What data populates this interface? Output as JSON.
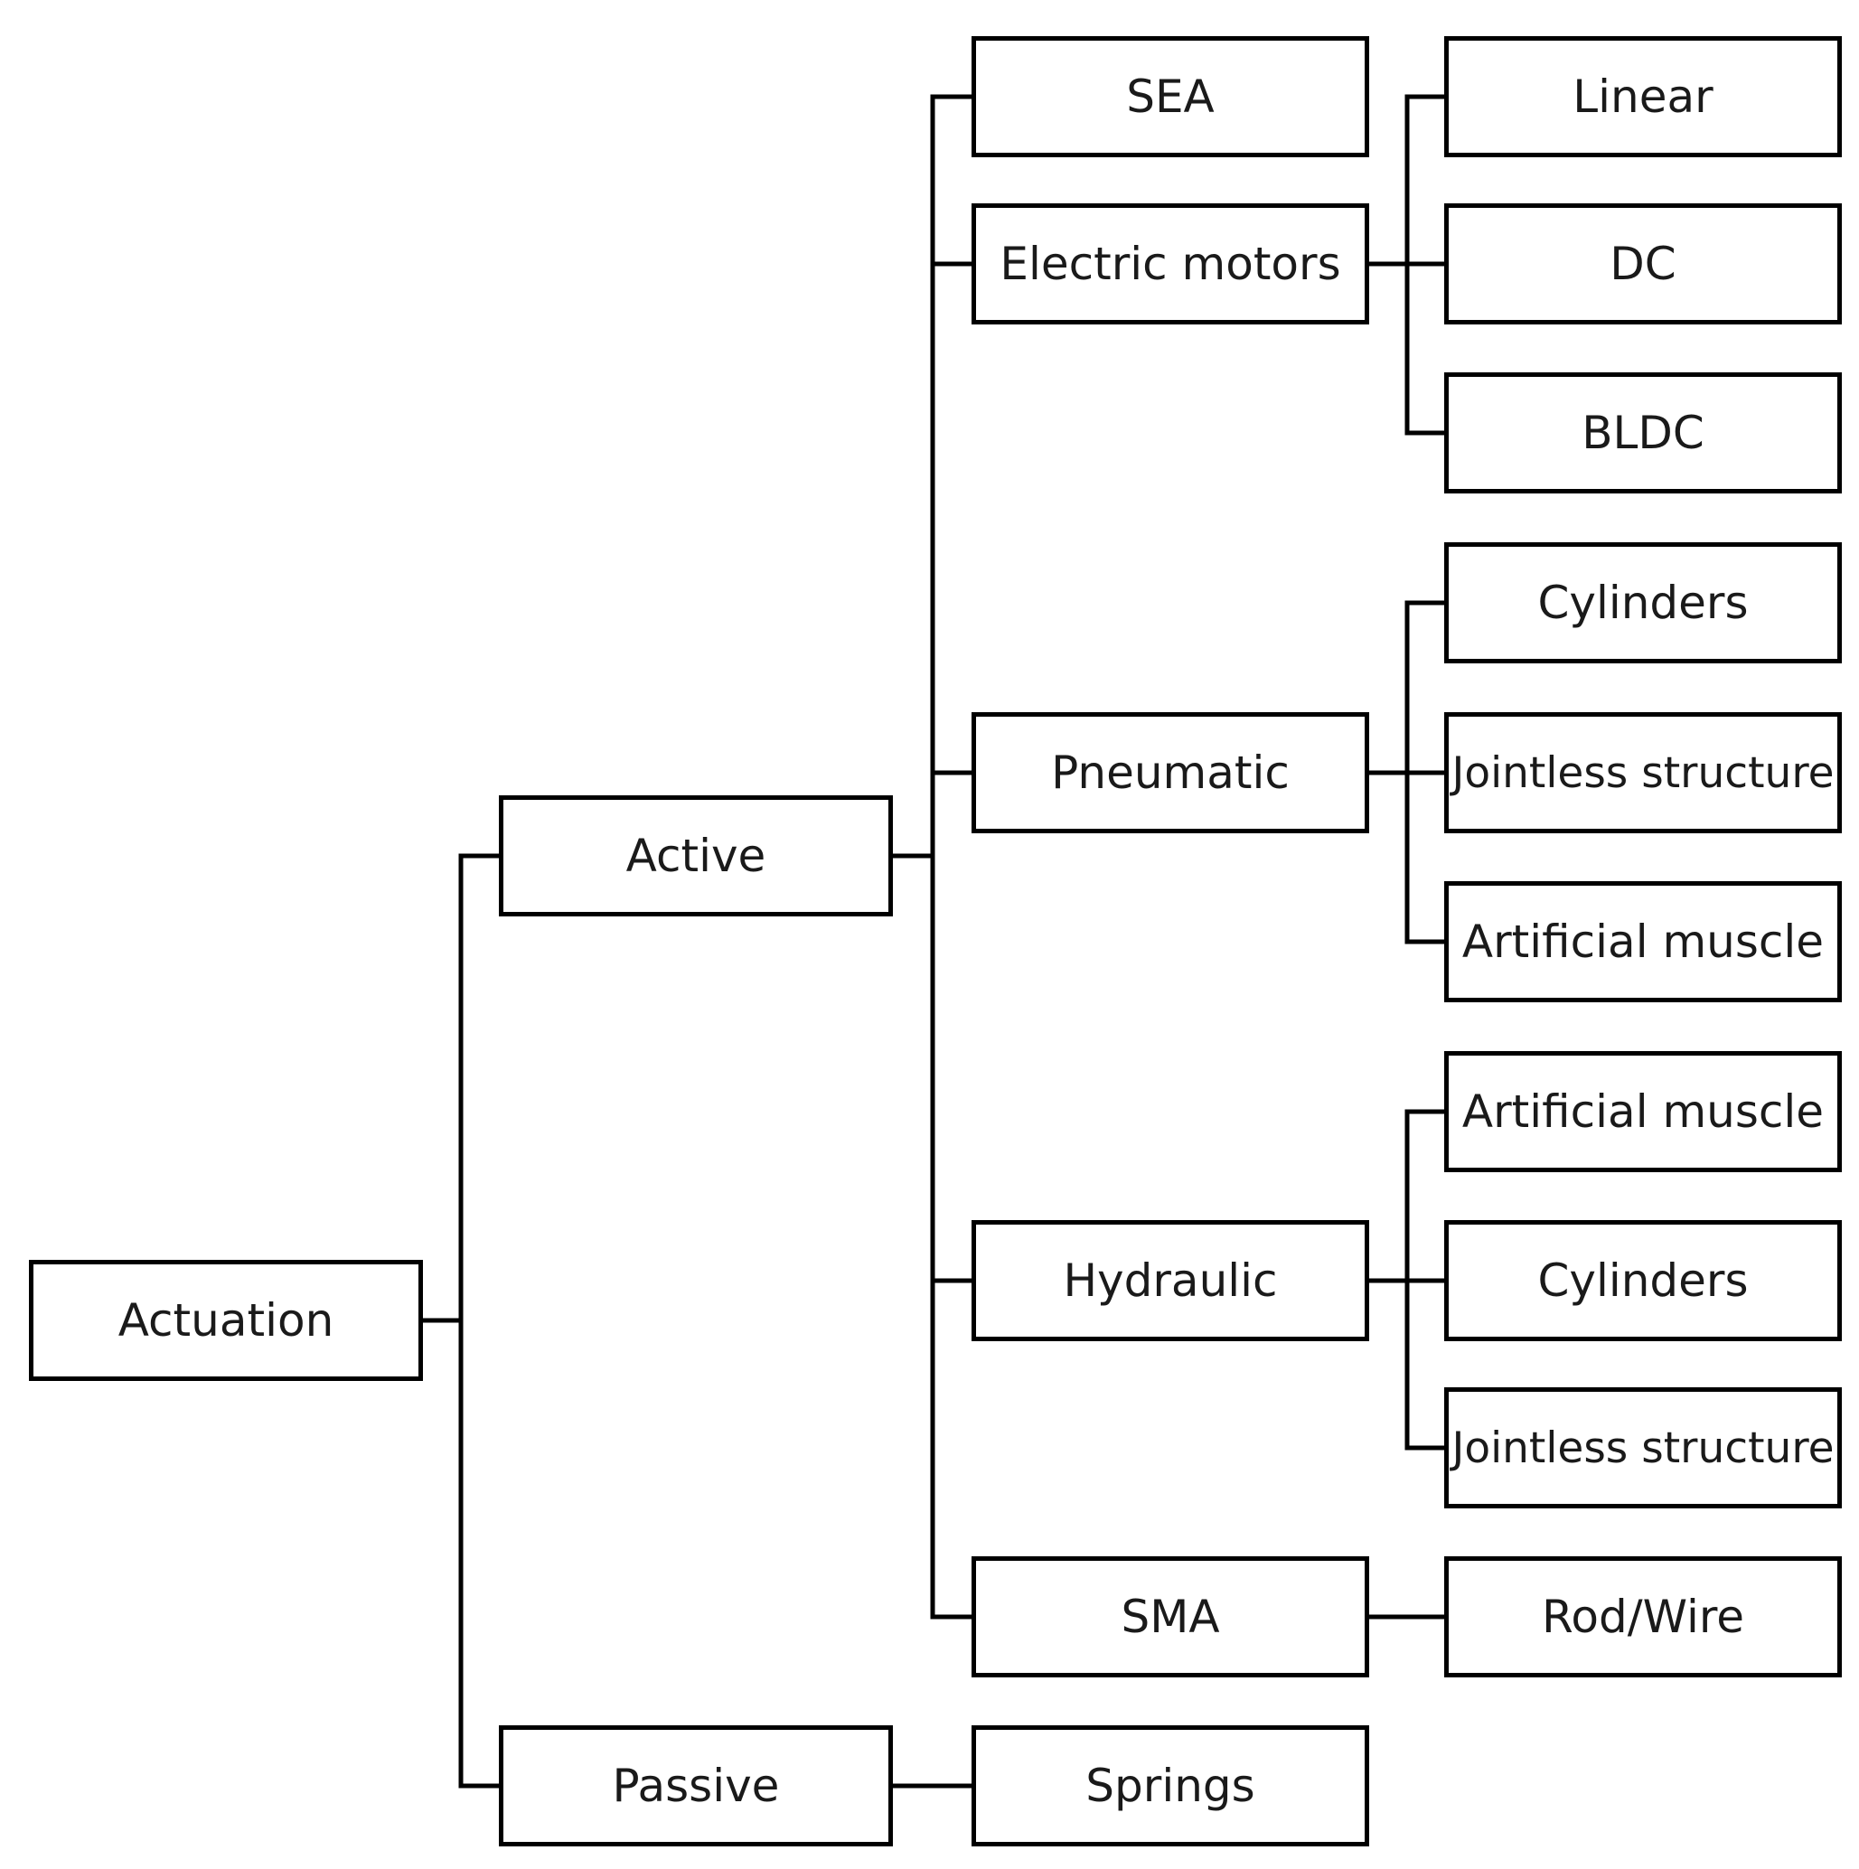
{
  "nodes": {
    "actuation": "Actuation",
    "active": "Active",
    "passive": "Passive",
    "sea": "SEA",
    "electric_motors": "Electric motors",
    "pneumatic": "Pneumatic",
    "hydraulic": "Hydraulic",
    "sma": "SMA",
    "springs": "Springs",
    "linear": "Linear",
    "dc": "DC",
    "bldc": "BLDC",
    "pneumatic_cylinders": "Cylinders",
    "pneumatic_jointless": "Jointless structure",
    "pneumatic_muscle": "Artificial muscle",
    "hydraulic_muscle": "Artificial muscle",
    "hydraulic_cylinders": "Cylinders",
    "hydraulic_jointless": "Jointless structure",
    "rod_wire": "Rod/Wire"
  },
  "edges": [
    [
      "actuation",
      "active"
    ],
    [
      "actuation",
      "passive"
    ],
    [
      "active",
      "sea"
    ],
    [
      "active",
      "electric_motors"
    ],
    [
      "active",
      "pneumatic"
    ],
    [
      "active",
      "hydraulic"
    ],
    [
      "active",
      "sma"
    ],
    [
      "passive",
      "springs"
    ],
    [
      "electric_motors",
      "linear"
    ],
    [
      "electric_motors",
      "dc"
    ],
    [
      "electric_motors",
      "bldc"
    ],
    [
      "pneumatic",
      "pneumatic_cylinders"
    ],
    [
      "pneumatic",
      "pneumatic_jointless"
    ],
    [
      "pneumatic",
      "pneumatic_muscle"
    ],
    [
      "hydraulic",
      "hydraulic_muscle"
    ],
    [
      "hydraulic",
      "hydraulic_cylinders"
    ],
    [
      "hydraulic",
      "hydraulic_jointless"
    ],
    [
      "sma",
      "rod_wire"
    ]
  ],
  "colors": {
    "stroke": "#000000",
    "text": "#1a1a1a",
    "background": "#ffffff"
  }
}
